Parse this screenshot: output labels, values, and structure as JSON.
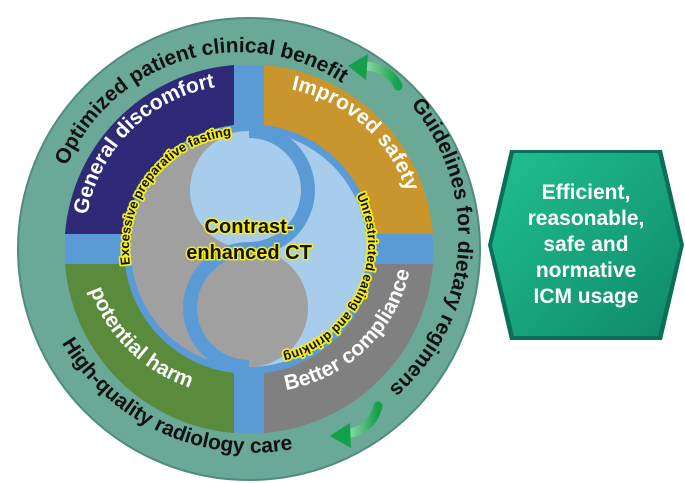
{
  "diagram": {
    "center": {
      "line1": "Contrast-",
      "line2": "enhanced CT"
    },
    "outer_ring": {
      "top_left": "Optimized patient clinical benefit",
      "right": "Guidelines for dietary regimens",
      "bottom_left": "High-quality radiology care"
    },
    "quadrants": {
      "top_left": "General discomfort",
      "top_right": "Improved safety",
      "bottom_left": "potential harm",
      "bottom_right": "Better compliance"
    },
    "yinyang_labels": {
      "left": "Excessive preparative fasting",
      "right": "Unrestricted eating and drinking"
    },
    "hexagon": {
      "lines": [
        "Efficient,",
        "reasonable,",
        "safe and",
        "normative",
        "ICM usage"
      ]
    },
    "colors": {
      "outer_ring": "#6aa898",
      "top_left": "#2e2a78",
      "top_right": "#c8962c",
      "bottom_left": "#5a8a3c",
      "bottom_right": "#808080",
      "yin": "#a0a0a0",
      "yang": "#a8ccec",
      "hexagon": "#16a37f",
      "arrow": "#1aa050"
    }
  }
}
